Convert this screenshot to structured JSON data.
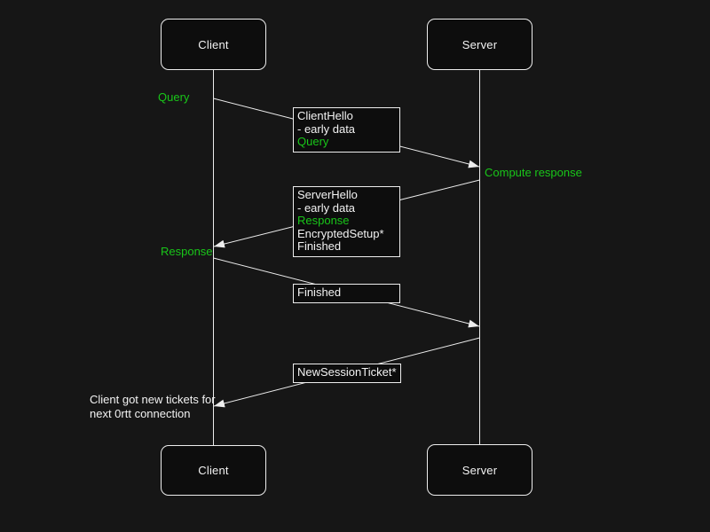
{
  "colors": {
    "background": "#161616",
    "stroke": "#ededed",
    "text": "#f2f2f2",
    "green": "#19c619",
    "box_fill": "#0d0d0d"
  },
  "actors": {
    "client": "Client",
    "server": "Server"
  },
  "messages": {
    "client_hello": {
      "lines": [
        "ClientHello",
        "- early data",
        "Query"
      ]
    },
    "server_hello": {
      "lines": [
        "ServerHello",
        "- early data",
        "Response",
        "EncryptedSetup*",
        "Finished"
      ]
    },
    "finished": {
      "lines": [
        "Finished"
      ]
    },
    "new_session_ticket": {
      "lines": [
        "NewSessionTicket*"
      ]
    }
  },
  "labels": {
    "query": "Query",
    "compute_response": "Compute response",
    "response": "Response",
    "note_line1": "Client got new tickets for",
    "note_line2": "next 0rtt connection"
  }
}
